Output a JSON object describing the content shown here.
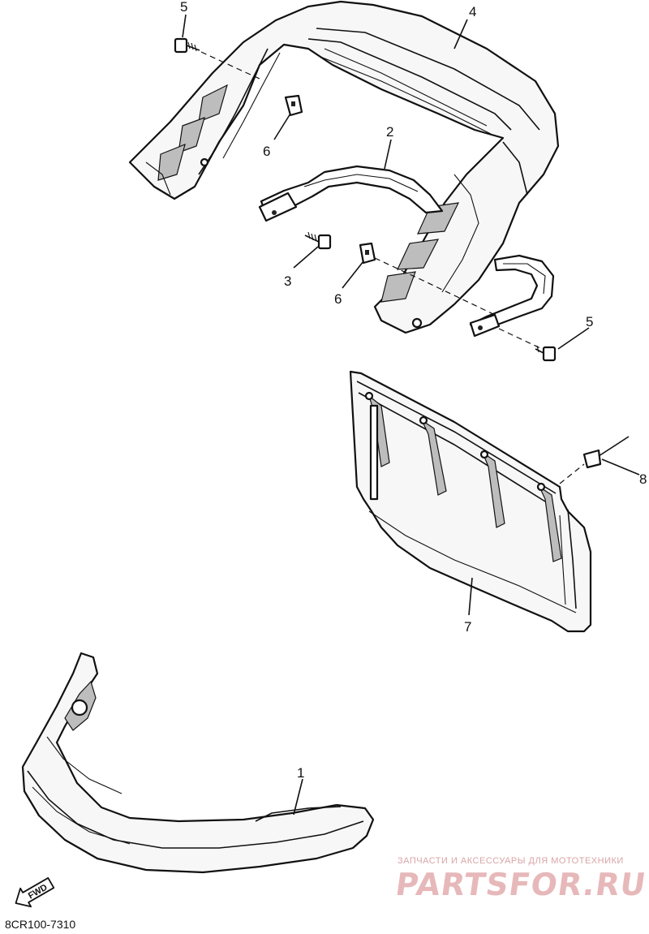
{
  "callouts": {
    "c1": "1",
    "c2": "2",
    "c3": "3",
    "c4": "4",
    "c5a": "5",
    "c5b": "5",
    "c6a": "6",
    "c6b": "6",
    "c7": "7",
    "c8": "8"
  },
  "fwd_label": "FWD",
  "diagram_code": "8CR100-7310",
  "watermark": {
    "tagline": "ЗАПЧАСТИ И АКСЕССУАРЫ ДЛЯ МОТОТЕХНИКИ",
    "brand": "PARTSFOR.RU"
  }
}
